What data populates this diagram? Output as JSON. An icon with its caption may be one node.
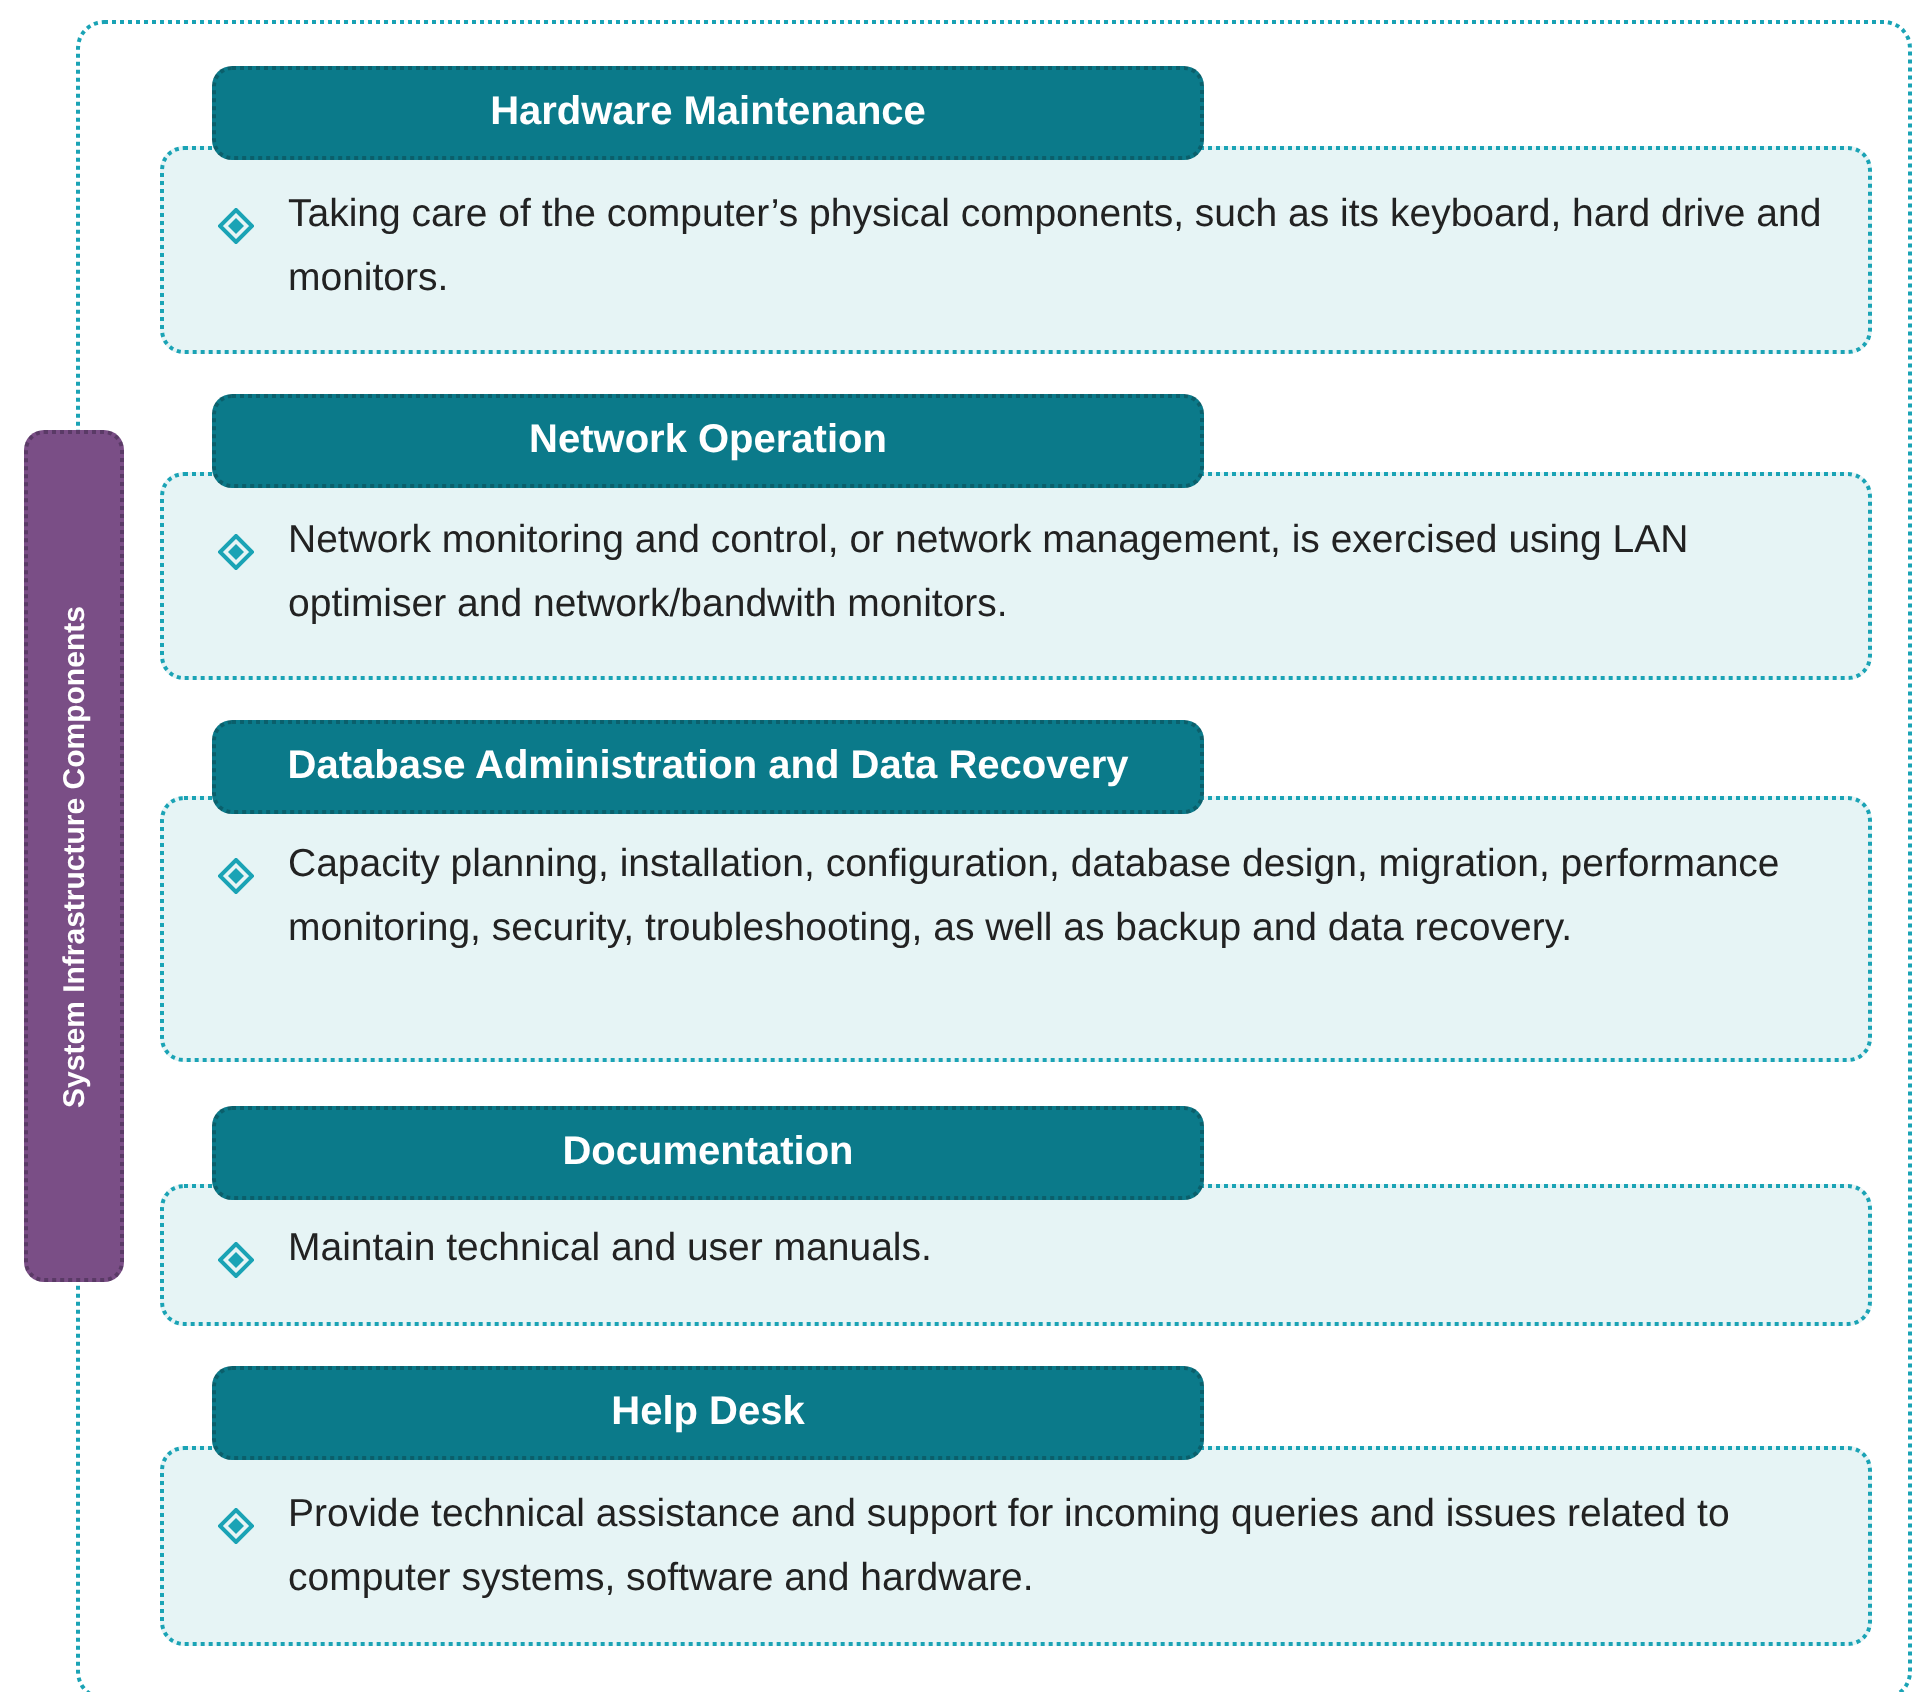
{
  "diagram": {
    "nodes": [
      {
        "text": [
          "System Infrastructure Components"
        ]
      },
      {
        "text": [
          "Hardware Maintenance"
        ]
      },
      {
        "text": [
          "Taking care of the computer’s physical components, such as its keyboard, hard drive and monitors."
        ]
      },
      {
        "text": [
          "Network Operation"
        ]
      },
      {
        "text": [
          "Network monitoring and control, or network management, is exercised using LAN optimiser and network/bandwith monitors."
        ]
      },
      {
        "text": [
          "Database Administration and Data Recovery"
        ]
      },
      {
        "text": [
          "Capacity planning, installation, configuration, database design, migration, performance monitoring, security, troubleshooting, as well as backup and data recovery."
        ]
      },
      {
        "text": [
          "Documentation"
        ]
      },
      {
        "text": [
          "Maintain technical and user manuals."
        ]
      },
      {
        "text": [
          "Help Desk"
        ]
      },
      {
        "text": [
          "Provide technical assistance and support for incoming queries and issues related to computer systems, software and hardware."
        ]
      }
    ]
  }
}
